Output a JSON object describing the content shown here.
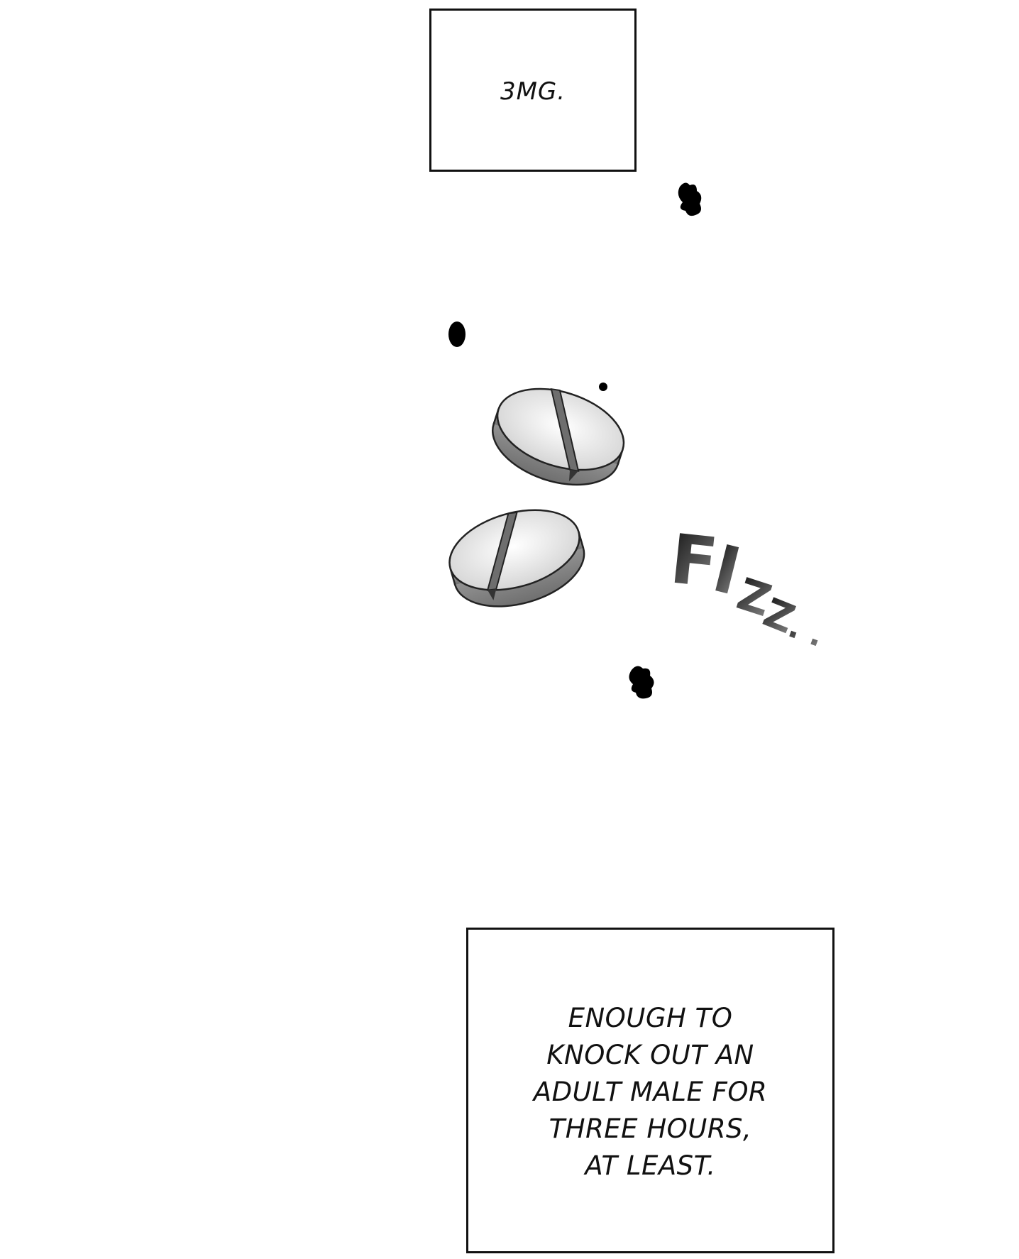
{
  "captions": {
    "top": "3MG.",
    "bottom_lines": [
      "ENOUGH TO",
      "KNOCK OUT AN",
      "ADULT MALE FOR",
      "THREE HOURS,",
      "AT LEAST."
    ]
  },
  "sound_effect": {
    "f": "F",
    "i": "I",
    "z1": "Z",
    "z2": "Z",
    "dots": ". ."
  },
  "colors": {
    "ink": "#111111",
    "pill_top": "#eeeeee",
    "pill_side": "#9a9a9a",
    "background": "#ffffff"
  },
  "icons": {
    "pill_1": "split-tablet-icon",
    "pill_2": "split-tablet-icon"
  }
}
